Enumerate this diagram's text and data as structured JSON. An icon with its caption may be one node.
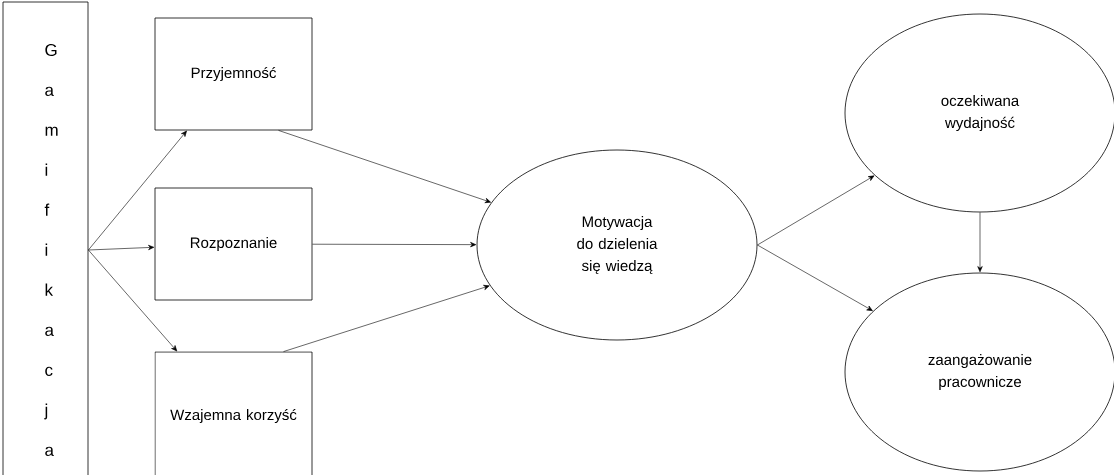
{
  "diagram": {
    "nodes": [
      {
        "text": [
          "Gamifikacja"
        ]
      },
      {
        "text": [
          "Przyjemność"
        ]
      },
      {
        "text": [
          "Rozpoznanie"
        ]
      },
      {
        "text": [
          "Wzajemna korzyść"
        ]
      },
      {
        "text": [
          "Motywacja do dzielenia się wiedzą"
        ]
      },
      {
        "text": [
          "oczekiwana wydajność"
        ]
      },
      {
        "text": [
          "zaangażowanie pracownicze"
        ]
      }
    ],
    "edges": [
      {
        "from": 0,
        "to": 1,
        "arrow": "to"
      },
      {
        "from": 0,
        "to": 2,
        "arrow": "to"
      },
      {
        "from": 0,
        "to": 3,
        "arrow": "to"
      },
      {
        "from": 1,
        "to": 4,
        "arrow": "to"
      },
      {
        "from": 2,
        "to": 4,
        "arrow": "to"
      },
      {
        "from": 3,
        "to": 4,
        "arrow": "to"
      },
      {
        "from": 4,
        "to": 5,
        "arrow": "to"
      },
      {
        "from": 4,
        "to": 6,
        "arrow": "to"
      },
      {
        "from": 5,
        "to": 6,
        "arrow": "to"
      }
    ]
  }
}
